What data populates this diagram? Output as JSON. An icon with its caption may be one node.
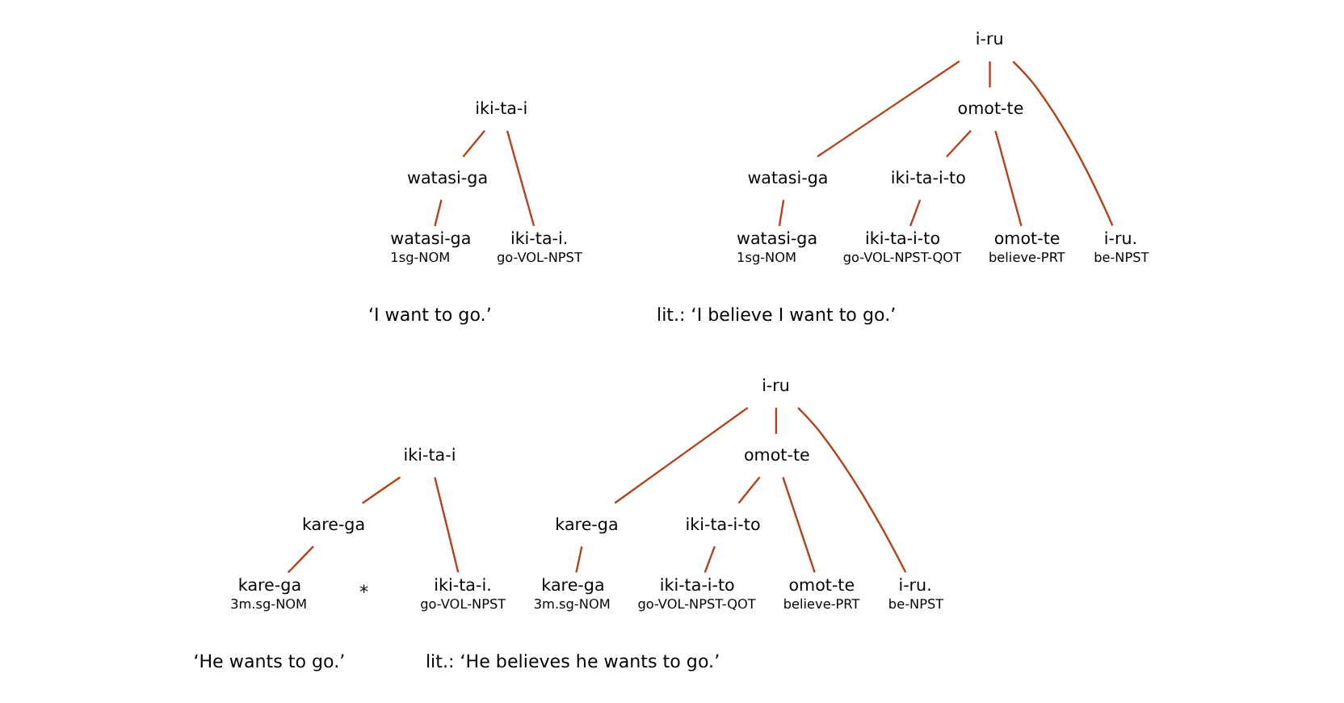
{
  "diagram": {
    "nodes": [
      {
        "text": [
          "iki-ta-i"
        ]
      },
      {
        "text": [
          "watasi-ga"
        ]
      },
      {
        "text": [
          "watasi-ga"
        ],
        "beside": [
          "1sg-NOM"
        ]
      },
      {
        "text": [
          "iki-ta-i."
        ],
        "beside": [
          "go-VOL-NPST"
        ]
      },
      {
        "text": [
          "i-ru"
        ]
      },
      {
        "text": [
          "watasi-ga"
        ]
      },
      {
        "text": [
          "omot-te"
        ]
      },
      {
        "text": [
          "iki-ta-i-to"
        ]
      },
      {
        "text": [
          "watasi-ga"
        ],
        "beside": [
          "1sg-NOM"
        ]
      },
      {
        "text": [
          "iki-ta-i-to"
        ],
        "beside": [
          "go-VOL-NPST-QOT"
        ]
      },
      {
        "text": [
          "omot-te"
        ],
        "beside": [
          "believe-PRT"
        ]
      },
      {
        "text": [
          "i-ru."
        ],
        "beside": [
          "be-NPST"
        ]
      },
      {
        "text": [
          "iki-ta-i"
        ]
      },
      {
        "text": [
          "kare-ga"
        ]
      },
      {
        "text": [
          "kare-ga"
        ],
        "beside": [
          "3m.sg-NOM"
        ]
      },
      {
        "text": [
          "iki-ta-i."
        ],
        "beside": [
          "go-VOL-NPST"
        ]
      },
      {
        "text": [
          "i-ru"
        ]
      },
      {
        "text": [
          "kare-ga"
        ]
      },
      {
        "text": [
          "omot-te"
        ]
      },
      {
        "text": [
          "iki-ta-i-to"
        ]
      },
      {
        "text": [
          "kare-ga"
        ],
        "beside": [
          "3m.sg-NOM"
        ]
      },
      {
        "text": [
          "iki-ta-i-to"
        ],
        "beside": [
          "go-VOL-NPST-QOT"
        ]
      },
      {
        "text": [
          "omot-te"
        ],
        "beside": [
          "believe-PRT"
        ]
      },
      {
        "text": [
          "i-ru."
        ],
        "beside": [
          "be-NPST"
        ]
      }
    ],
    "edges": [
      {
        "from": 0,
        "to": 1,
        "arrow": "none"
      },
      {
        "from": 0,
        "to": 3,
        "arrow": "none"
      },
      {
        "from": 1,
        "to": 2,
        "arrow": "none"
      },
      {
        "from": 4,
        "to": 5,
        "arrow": "none"
      },
      {
        "from": 4,
        "to": 6,
        "arrow": "none"
      },
      {
        "from": 4,
        "to": 11,
        "arrow": "none"
      },
      {
        "from": 5,
        "to": 8,
        "arrow": "none"
      },
      {
        "from": 6,
        "to": 7,
        "arrow": "none"
      },
      {
        "from": 6,
        "to": 10,
        "arrow": "none"
      },
      {
        "from": 7,
        "to": 9,
        "arrow": "none"
      },
      {
        "from": 12,
        "to": 13,
        "arrow": "none"
      },
      {
        "from": 12,
        "to": 15,
        "arrow": "none"
      },
      {
        "from": 13,
        "to": 14,
        "arrow": "none"
      },
      {
        "from": 16,
        "to": 17,
        "arrow": "none"
      },
      {
        "from": 16,
        "to": 18,
        "arrow": "none"
      },
      {
        "from": 16,
        "to": 23,
        "arrow": "none"
      },
      {
        "from": 17,
        "to": 20,
        "arrow": "none"
      },
      {
        "from": 18,
        "to": 19,
        "arrow": "none"
      },
      {
        "from": 18,
        "to": 22,
        "arrow": "none"
      },
      {
        "from": 19,
        "to": 21,
        "arrow": "none"
      }
    ],
    "labels": [
      "‘I want to go.’",
      "lit.: ‘I believe I want to go.’",
      "*",
      "‘He wants to go.’",
      "lit.: ‘He believes he wants to go.’"
    ]
  }
}
